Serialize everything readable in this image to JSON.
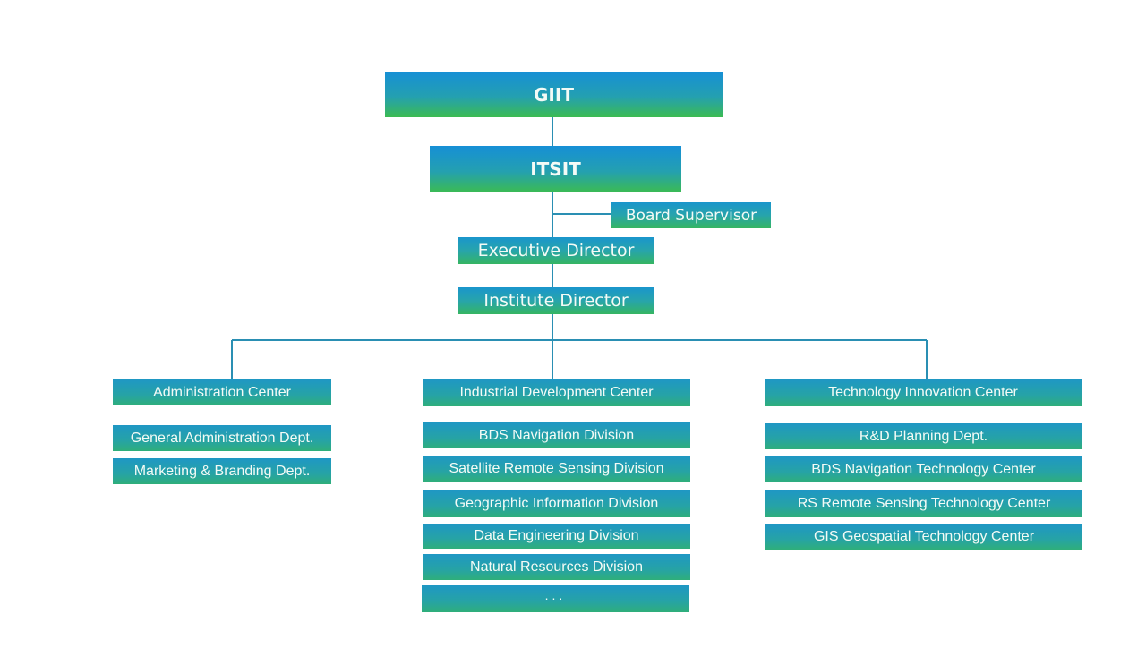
{
  "org_chart": {
    "giit": "GIIT",
    "itsit": "ITSIT",
    "board_supervisor": "Board Supervisor",
    "executive_director": "Executive Director",
    "institute_director": "Institute Director",
    "administration": {
      "title": "Administration Center",
      "items": [
        "General Administration Dept.",
        "Marketing & Branding Dept."
      ]
    },
    "industrial": {
      "title": "Industrial Development Center",
      "items": [
        "BDS Navigation Division",
        "Satellite Remote Sensing Division",
        "Geographic Information Division",
        "Data Engineering Division",
        "Natural Resources Division",
        "..."
      ]
    },
    "technology": {
      "title": "Technology Innovation Center",
      "items": [
        "R&D Planning Dept.",
        "BDS Navigation Technology Center",
        "RS Remote Sensing Technology Center",
        "GIS Geospatial Technology Center"
      ]
    }
  },
  "colors": {
    "connector": "#2a8fb3",
    "box_top": "#1a95cc",
    "box_bottom": "#35b563",
    "text": "#f4fbf6"
  }
}
